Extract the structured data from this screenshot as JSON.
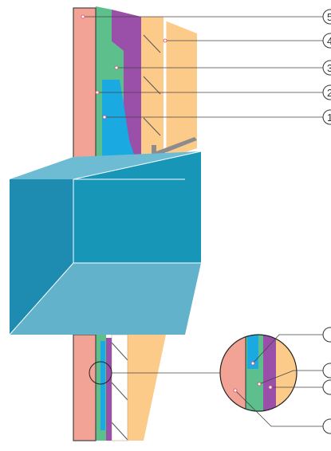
{
  "callouts_top": [
    {
      "number": "5",
      "target": "pink-layer"
    },
    {
      "number": "4",
      "target": "outer-orange-panel"
    },
    {
      "number": "3",
      "target": "purple-layer"
    },
    {
      "number": "2",
      "target": "green-layer"
    },
    {
      "number": "1",
      "target": "blue-layer"
    }
  ],
  "callouts_detail": [
    {
      "number": "",
      "target": "blue-layer"
    },
    {
      "number": "",
      "target": "green-layer"
    },
    {
      "number": "",
      "target": "purple-layer"
    },
    {
      "number": "",
      "target": "pink-layer"
    }
  ],
  "colors": {
    "pink": "#f3a296",
    "green": "#5dbf8c",
    "purple": "#9a4fa8",
    "blue": "#1aa9e0",
    "orange": "#fccb8a",
    "beam_front": "#1796b8",
    "beam_top": "#6dbcd4",
    "beam_bottom": "#63b2cc",
    "grey": "#8c8c8c"
  }
}
